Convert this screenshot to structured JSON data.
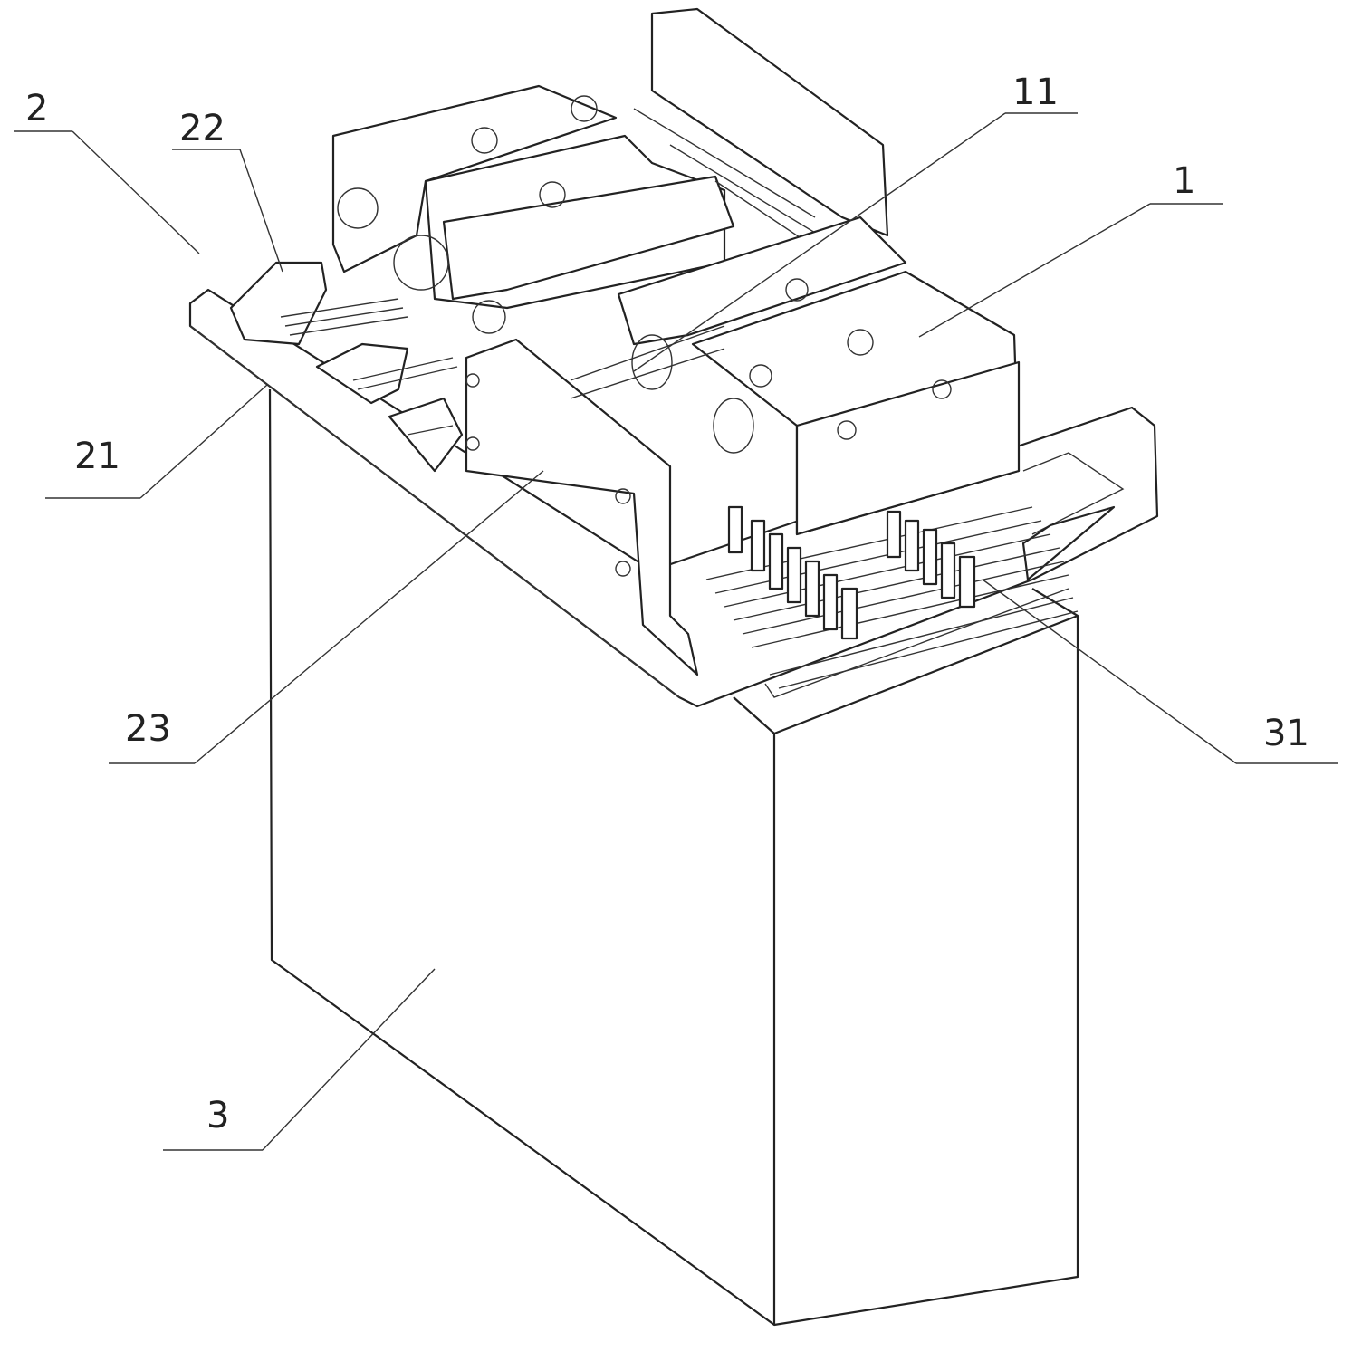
{
  "figure": {
    "labels": {
      "l2": "2",
      "l22": "22",
      "l11": "11",
      "l1": "1",
      "l21": "21",
      "l23": "23",
      "l31": "31",
      "l3": "3"
    }
  }
}
